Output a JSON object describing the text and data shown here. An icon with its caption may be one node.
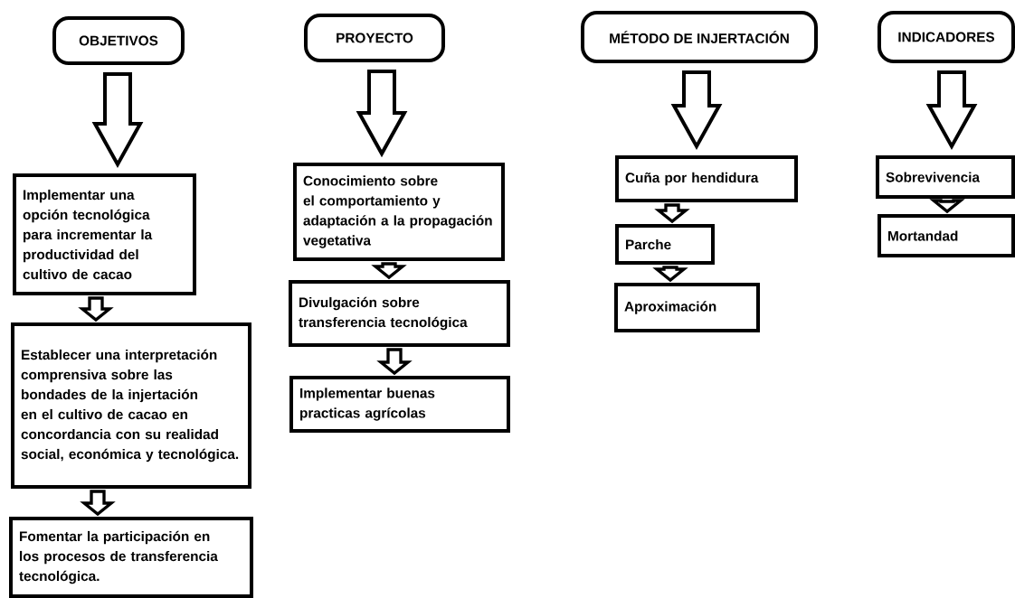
{
  "diagram": {
    "nodes": [
      {
        "text": [
          "OBJETIVOS"
        ]
      },
      {
        "text": [
          "PROYECTO"
        ]
      },
      {
        "text": [
          "MÉTODO DE INJERTACIÓN"
        ]
      },
      {
        "text": [
          "INDICADORES"
        ]
      },
      {
        "text": [
          "Implementar una opción tecnológica para incrementar la productividad del cultivo de cacao"
        ]
      },
      {
        "text": [
          "Establecer una interpretación comprensiva sobre las bondades de la injertación en el cultivo de cacao en concordancia con su realidad social, económica y tecnológica."
        ]
      },
      {
        "text": [
          "Fomentar la participación en los procesos de transferencia tecnológica."
        ]
      },
      {
        "text": [
          "Conocimiento sobre el comportamiento y adaptación a la propagación vegetativa"
        ]
      },
      {
        "text": [
          "Divulgación sobre transferencia tecnológica"
        ]
      },
      {
        "text": [
          "Implementar buenas practicas agrícolas"
        ]
      },
      {
        "text": [
          "Cuña por hendidura"
        ]
      },
      {
        "text": [
          "Parche"
        ]
      },
      {
        "text": [
          "Aproximación"
        ]
      },
      {
        "text": [
          "Sobrevivencia"
        ]
      },
      {
        "text": [
          "Mortandad"
        ]
      }
    ],
    "edges": [
      {
        "from": 0,
        "to": 4,
        "arrow": "to"
      },
      {
        "from": 4,
        "to": 5,
        "arrow": "to"
      },
      {
        "from": 5,
        "to": 6,
        "arrow": "to"
      },
      {
        "from": 1,
        "to": 7,
        "arrow": "to"
      },
      {
        "from": 7,
        "to": 8,
        "arrow": "to"
      },
      {
        "from": 8,
        "to": 9,
        "arrow": "to"
      },
      {
        "from": 2,
        "to": 10,
        "arrow": "to"
      },
      {
        "from": 10,
        "to": 11,
        "arrow": "to"
      },
      {
        "from": 11,
        "to": 12,
        "arrow": "to"
      },
      {
        "from": 3,
        "to": 13,
        "arrow": "to"
      },
      {
        "from": 13,
        "to": 14,
        "arrow": "to"
      }
    ]
  }
}
